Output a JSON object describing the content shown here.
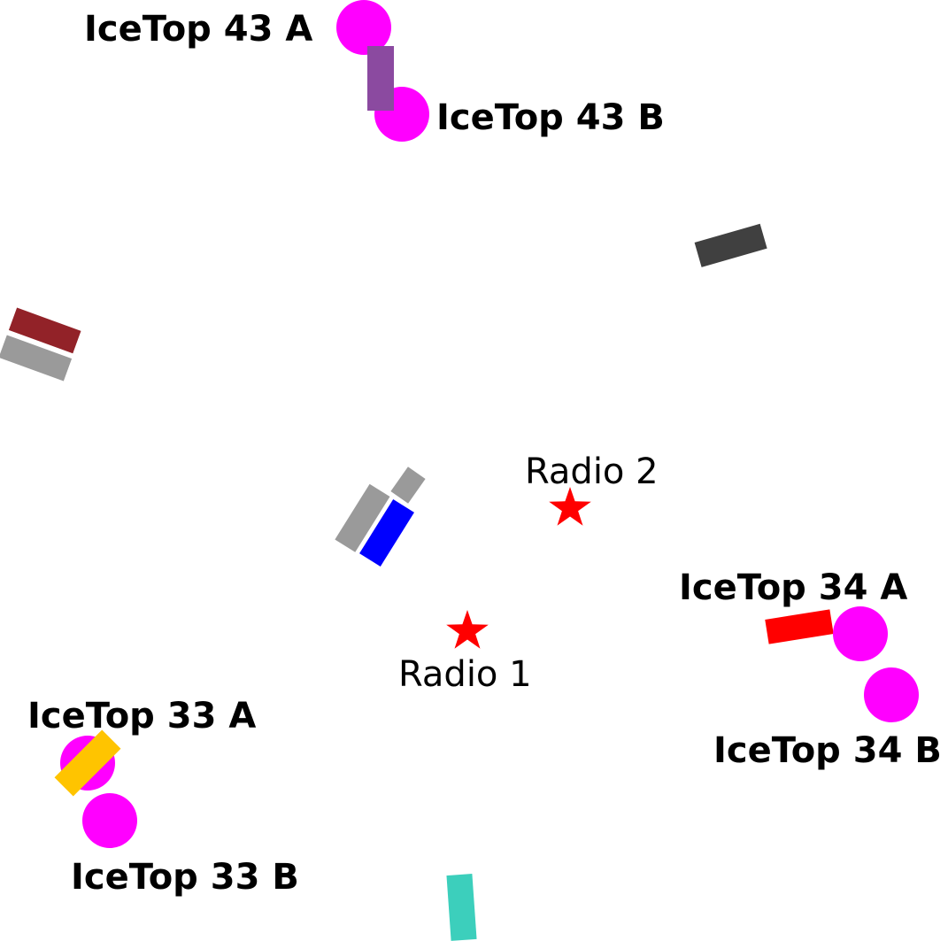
{
  "colors": {
    "tank": "#ff00ff",
    "radio_antenna": "#ff0000",
    "panel_purple": "#8b4aa0",
    "panel_dark_gray": "#404040",
    "panel_dark_red": "#922228",
    "panel_gray": "#9a9a9a",
    "panel_blue": "#0000ff",
    "panel_red": "#ff0000",
    "panel_yellow": "#ffc400",
    "panel_teal": "#3ccfbc"
  },
  "stations": {
    "icetop_43_a": "IceTop 43 A",
    "icetop_43_b": "IceTop 43 B",
    "icetop_34_a": "IceTop 34 A",
    "icetop_34_b": "IceTop 34 B",
    "icetop_33_a": "IceTop 33 A",
    "icetop_33_b": "IceTop 33 B"
  },
  "radio": {
    "radio_1": "Radio 1",
    "radio_2": "Radio 2"
  },
  "icons": {
    "tank": "circle",
    "radio_antenna": "star",
    "panel": "rectangle"
  }
}
